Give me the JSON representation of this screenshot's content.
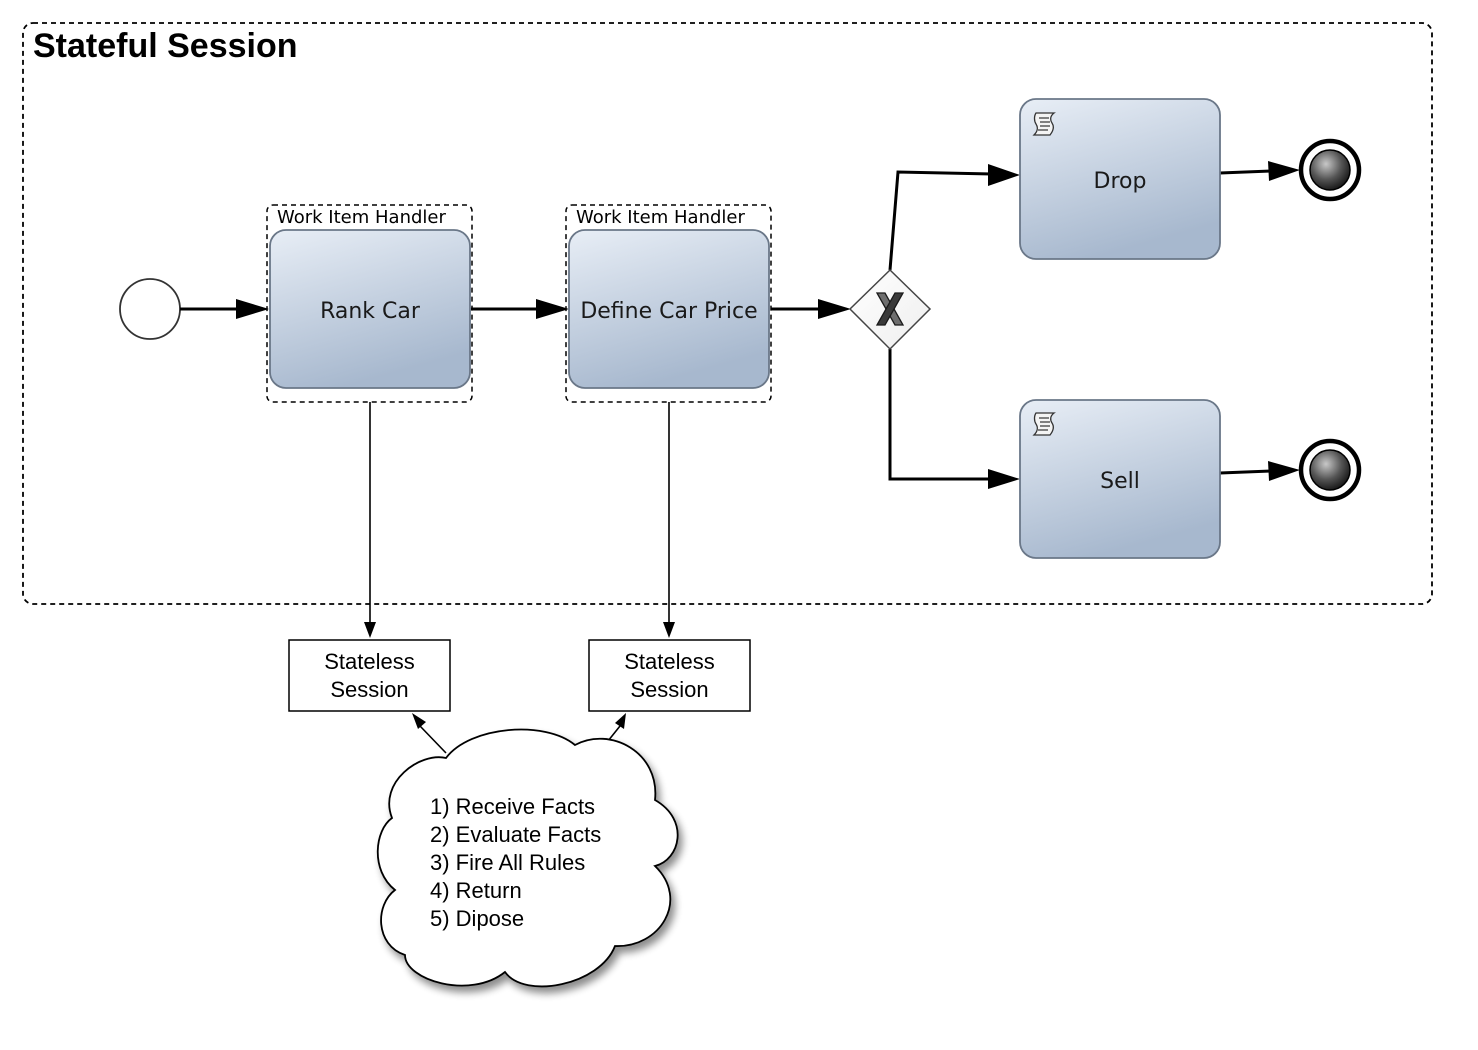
{
  "diagram": {
    "title": "Stateful Session",
    "colors": {
      "task_fill_top": "#e6edf6",
      "task_fill_bottom": "#a9bad0",
      "task_stroke": "#6b7a8c",
      "line": "#000000"
    },
    "handlers": [
      {
        "label": "Work Item Handler"
      },
      {
        "label": "Work Item Handler"
      }
    ],
    "tasks": {
      "rank_car": "Rank Car",
      "define_car_price": "Define Car Price",
      "drop": "Drop",
      "sell": "Sell"
    },
    "stateless_sessions": [
      {
        "line1": "Stateless",
        "line2": "Session"
      },
      {
        "line1": "Stateless",
        "line2": "Session"
      }
    ],
    "cloud_steps": [
      "1) Receive Facts",
      "2) Evaluate Facts",
      "3) Fire All Rules",
      "4) Return",
      "5) Dipose"
    ],
    "icons": {
      "script_task": "script-icon",
      "gateway": "exclusive-gateway-x-icon",
      "start": "start-event-icon",
      "end": "end-event-icon"
    }
  }
}
